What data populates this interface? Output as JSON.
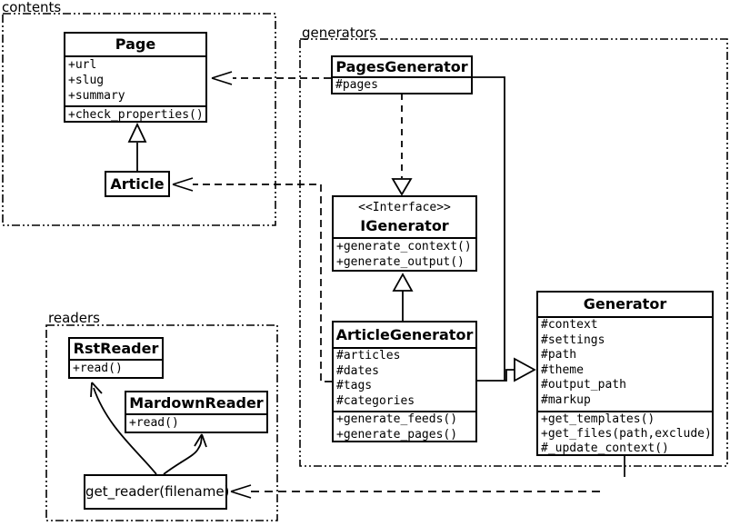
{
  "diagram": {
    "title": "UML class diagram",
    "background_color": "#ffffff",
    "line_color": "#000000"
  },
  "packages": {
    "contents": {
      "label": "contents"
    },
    "generators": {
      "label": "generators"
    },
    "readers": {
      "label": "readers"
    }
  },
  "classes": {
    "page": {
      "title": "Page",
      "attributes": [
        "+url",
        "+slug",
        "+summary"
      ],
      "methods": [
        "+check_properties()"
      ]
    },
    "article": {
      "title": "Article"
    },
    "pages_generator": {
      "title": "PagesGenerator",
      "attributes": [
        "#pages"
      ]
    },
    "igenerator": {
      "stereotype": "<<Interface>>",
      "title": "IGenerator",
      "methods": [
        "+generate_context()",
        "+generate_output()"
      ]
    },
    "article_generator": {
      "title": "ArticleGenerator",
      "attributes": [
        "#articles",
        "#dates",
        "#tags",
        "#categories"
      ],
      "methods": [
        "+generate_feeds()",
        "+generate_pages()"
      ]
    },
    "generator": {
      "title": "Generator",
      "attributes": [
        "#context",
        "#settings",
        "#path",
        "#theme",
        "#output_path",
        "#markup"
      ],
      "methods": [
        "+get_templates()",
        "+get_files(path,exclude)",
        "#_update_context()"
      ]
    },
    "rst_reader": {
      "title": "RstReader",
      "methods": [
        "+read()"
      ]
    },
    "mardown_reader": {
      "title": "MardownReader",
      "methods": [
        "+read()"
      ]
    },
    "get_reader": {
      "label": "get_reader(filename)"
    }
  },
  "relationships": [
    {
      "from": "PagesGenerator",
      "to": "Page",
      "type": "dependency-dashed-open-arrow"
    },
    {
      "from": "ArticleGenerator",
      "to": "Article",
      "type": "dependency-dashed-open-arrow"
    },
    {
      "from": "Article",
      "to": "Page",
      "type": "inheritance-hollow-triangle"
    },
    {
      "from": "PagesGenerator",
      "to": "IGenerator",
      "type": "realization-dashed-hollow-triangle"
    },
    {
      "from": "ArticleGenerator",
      "to": "IGenerator",
      "type": "inheritance-hollow-triangle"
    },
    {
      "from": "PagesGenerator",
      "to": "Generator",
      "type": "inheritance-hollow-triangle"
    },
    {
      "from": "ArticleGenerator",
      "to": "Generator",
      "type": "inheritance-hollow-triangle"
    },
    {
      "from": "Generator",
      "to": "get_reader(filename)",
      "type": "dependency-dashed-open-arrow"
    },
    {
      "from": "get_reader(filename)",
      "to": "RstReader",
      "type": "curved-open-arrow"
    },
    {
      "from": "get_reader(filename)",
      "to": "MardownReader",
      "type": "curved-open-arrow"
    }
  ]
}
